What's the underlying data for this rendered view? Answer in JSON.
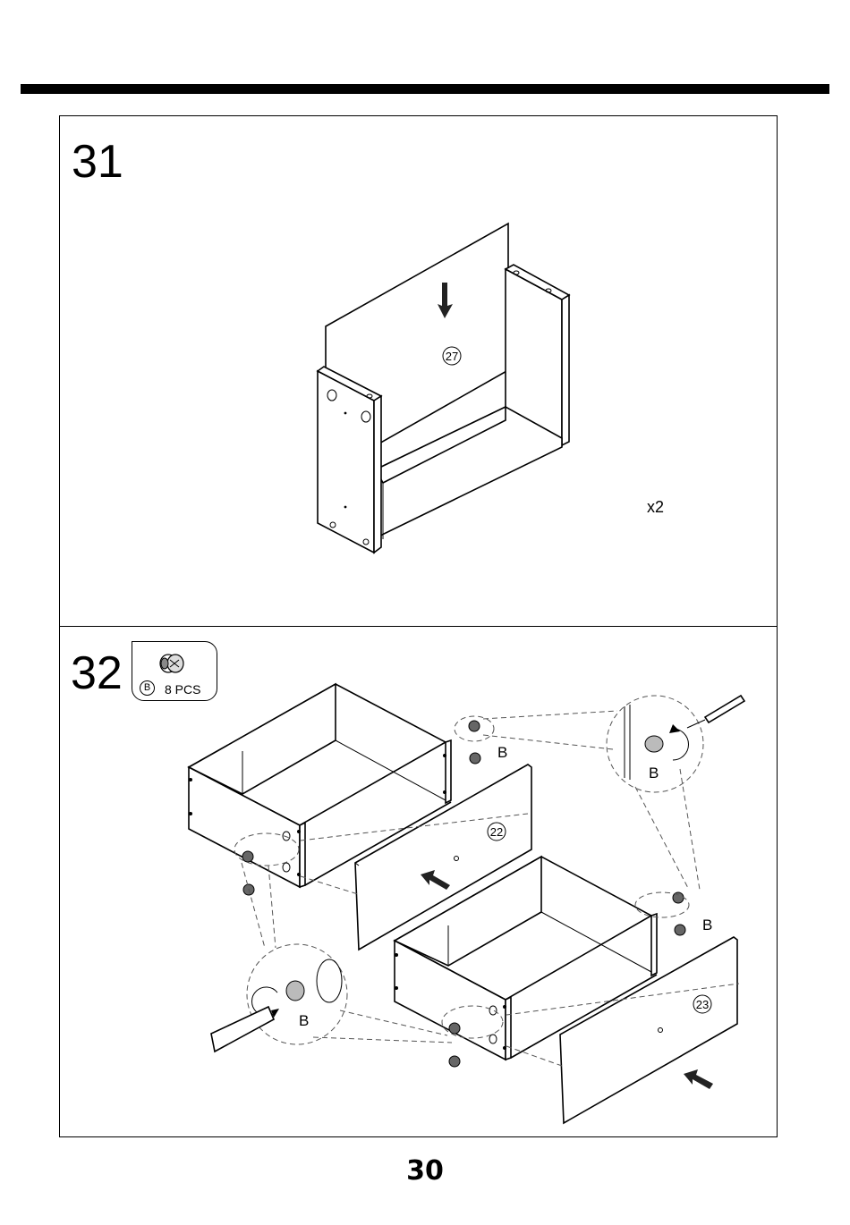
{
  "step31": {
    "number": "31",
    "panel_number": "27",
    "multiplier": "x2"
  },
  "step32": {
    "number": "32",
    "parts": {
      "letter": "B",
      "quantity": "8 PCS"
    },
    "labels": {
      "b1": "B",
      "b2": "B",
      "b3": "B",
      "b4": "B"
    },
    "panel_front_left": "22",
    "panel_front_right": "23"
  },
  "page_number": "30",
  "icons": [
    "down-arrow-icon",
    "left-arrow-icon",
    "cam-lock-icon",
    "screwdriver-icon",
    "rotate-arrow-icon"
  ]
}
